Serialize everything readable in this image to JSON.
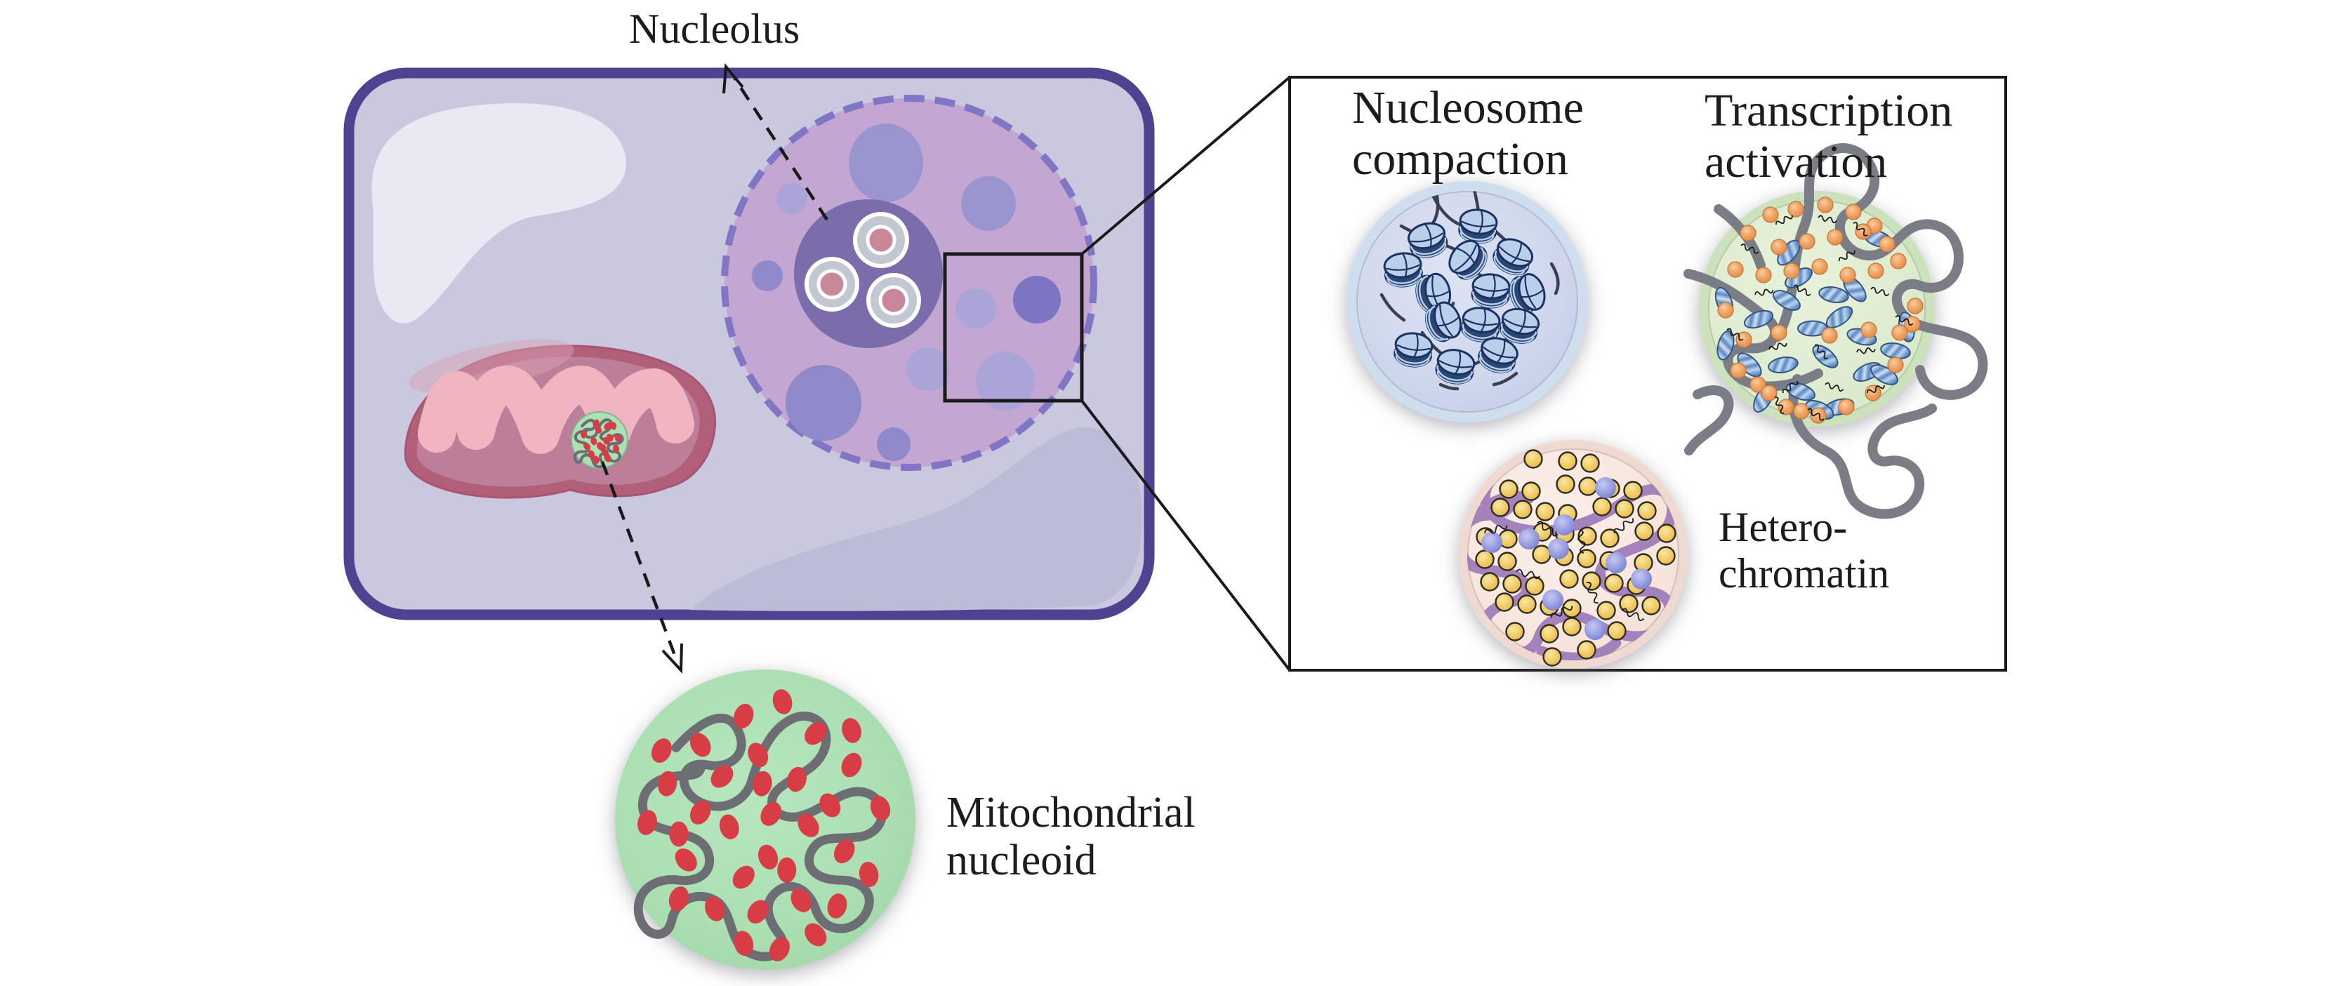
{
  "annotations": {
    "nucleolus": "Nucleolus",
    "mitochondrial_nucleoid": "Mitochondrial\nnucleoid"
  },
  "inset": {
    "panels": [
      {
        "label": "Nucleosome\ncompaction"
      },
      {
        "label": "Transcription\nactivation"
      },
      {
        "label": "Hetero-\nchromatin"
      }
    ]
  },
  "colors": {
    "background": "#ffffff",
    "label_text": "#1c1c1c",
    "cell_membrane": "#4e4291",
    "cytoplasm": "#c9c8df",
    "cytoplasm_highlight": "#e9e9f4",
    "cytoplasm_shade": "#bdbcd6",
    "nucleus_fill": "#c4a6d3",
    "nucleus_border": "#8176c5",
    "chromatin_blob": "#9b95cf",
    "chromatin_blob_light": "#aaa4d9",
    "chromatin_blob_mid": "#9089ca",
    "chromatin_blob_dark": "#7c75c3",
    "nucleolus_fill": "#7b6cab",
    "granular_gray": "#c2c7d1",
    "granular_pink": "#c9889a",
    "mito_body": "#b25f7a",
    "mito_matrix": "#bd7e9a",
    "mito_cristae": "#f1b5c1",
    "nucleoid_green": "#ace1b4",
    "dna_gray": "#6d6e74",
    "mtdna_protein_red": "#d83c45",
    "inset_border": "#1a1a1a",
    "dish_blue_rim": "#cfdeee",
    "dish_green_rim": "#cbe2bc",
    "dish_pink_rim": "#f0d9d0",
    "nucleosome_blue_dark": "#2a4673",
    "nucleosome_blue_light": "#b9cfec",
    "nucleosome_outline": "#1b3260",
    "linker_dna": "#3b4050",
    "strand_gray": "#7a7d85",
    "polymerase_blue": "#6f9ed2",
    "protein_orange": "#e8965a",
    "heterochromatin_strand": "#9b77b6",
    "bead_yellow": "#f2cf6b",
    "bead_blue": "#8e93d9"
  }
}
